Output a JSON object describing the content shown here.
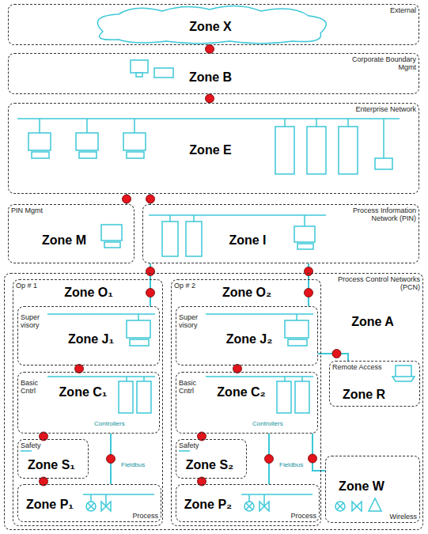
{
  "diagram": {
    "nodes": [
      {
        "text": [
          "External",
          "Zone X"
        ]
      },
      {
        "text": [
          "Corporate Boundary Mgmt",
          "Zone B"
        ]
      },
      {
        "text": [
          "Enterprise Network",
          "Zone E"
        ]
      },
      {
        "text": [
          "PIN Mgmt",
          "Zone M"
        ]
      },
      {
        "text": [
          "Process Information Network (PIN)",
          "Zone I"
        ]
      },
      {
        "text": [
          "Process Control Networks (PCN)",
          "Zone A"
        ]
      },
      {
        "text": [
          "Op # 1",
          "Zone O₁"
        ],
        "in": 5
      },
      {
        "text": [
          "Super visory",
          "Zone J₁"
        ],
        "in": 6
      },
      {
        "text": [
          "Basic Cntrl",
          "Zone C₁"
        ],
        "in": 6
      },
      {
        "text": [
          "Safety",
          "Zone S₁"
        ],
        "in": 6
      },
      {
        "text": [
          "Process",
          "Zone P₁"
        ],
        "in": 6
      },
      {
        "text": [
          "Op # 2",
          "Zone O₂"
        ],
        "in": 5
      },
      {
        "text": [
          "Super visory",
          "Zone J₂"
        ],
        "in": 11
      },
      {
        "text": [
          "Basic Cntrl",
          "Zone C₂"
        ],
        "in": 11
      },
      {
        "text": [
          "Safety",
          "Zone S₂"
        ],
        "in": 11
      },
      {
        "text": [
          "Process",
          "Zone P₂"
        ],
        "in": 11
      },
      {
        "text": [
          "Remote Access",
          "Zone R"
        ],
        "in": 5
      },
      {
        "text": [
          "Wireless",
          "Zone W"
        ],
        "in": 5
      }
    ],
    "edges": [
      {
        "from": 0,
        "to": 1,
        "arrow": "none"
      },
      {
        "from": 1,
        "to": 2,
        "arrow": "none"
      },
      {
        "from": 2,
        "to": 3,
        "arrow": "none"
      },
      {
        "from": 2,
        "to": 4,
        "arrow": "none"
      },
      {
        "from": 4,
        "to": 6,
        "arrow": "none"
      },
      {
        "from": 4,
        "to": 11,
        "arrow": "none"
      },
      {
        "from": 6,
        "to": 7,
        "arrow": "none"
      },
      {
        "from": 11,
        "to": 12,
        "arrow": "none"
      },
      {
        "from": 7,
        "to": 8,
        "arrow": "none"
      },
      {
        "from": 12,
        "to": 13,
        "arrow": "none"
      },
      {
        "from": 12,
        "to": 16,
        "arrow": "none"
      },
      {
        "from": 8,
        "to": 9,
        "arrow": "none"
      },
      {
        "from": 13,
        "to": 14,
        "arrow": "none"
      },
      {
        "from": 9,
        "to": 10,
        "arrow": "none"
      },
      {
        "from": 14,
        "to": 15,
        "arrow": "none"
      },
      {
        "from": 8,
        "to": 10,
        "arrow": "none"
      },
      {
        "from": 13,
        "to": 15,
        "arrow": "none"
      },
      {
        "from": 13,
        "to": 17,
        "arrow": "none"
      }
    ],
    "labels": [
      "Controllers",
      "Controllers",
      "Fieldbus",
      "Fieldbus"
    ]
  }
}
